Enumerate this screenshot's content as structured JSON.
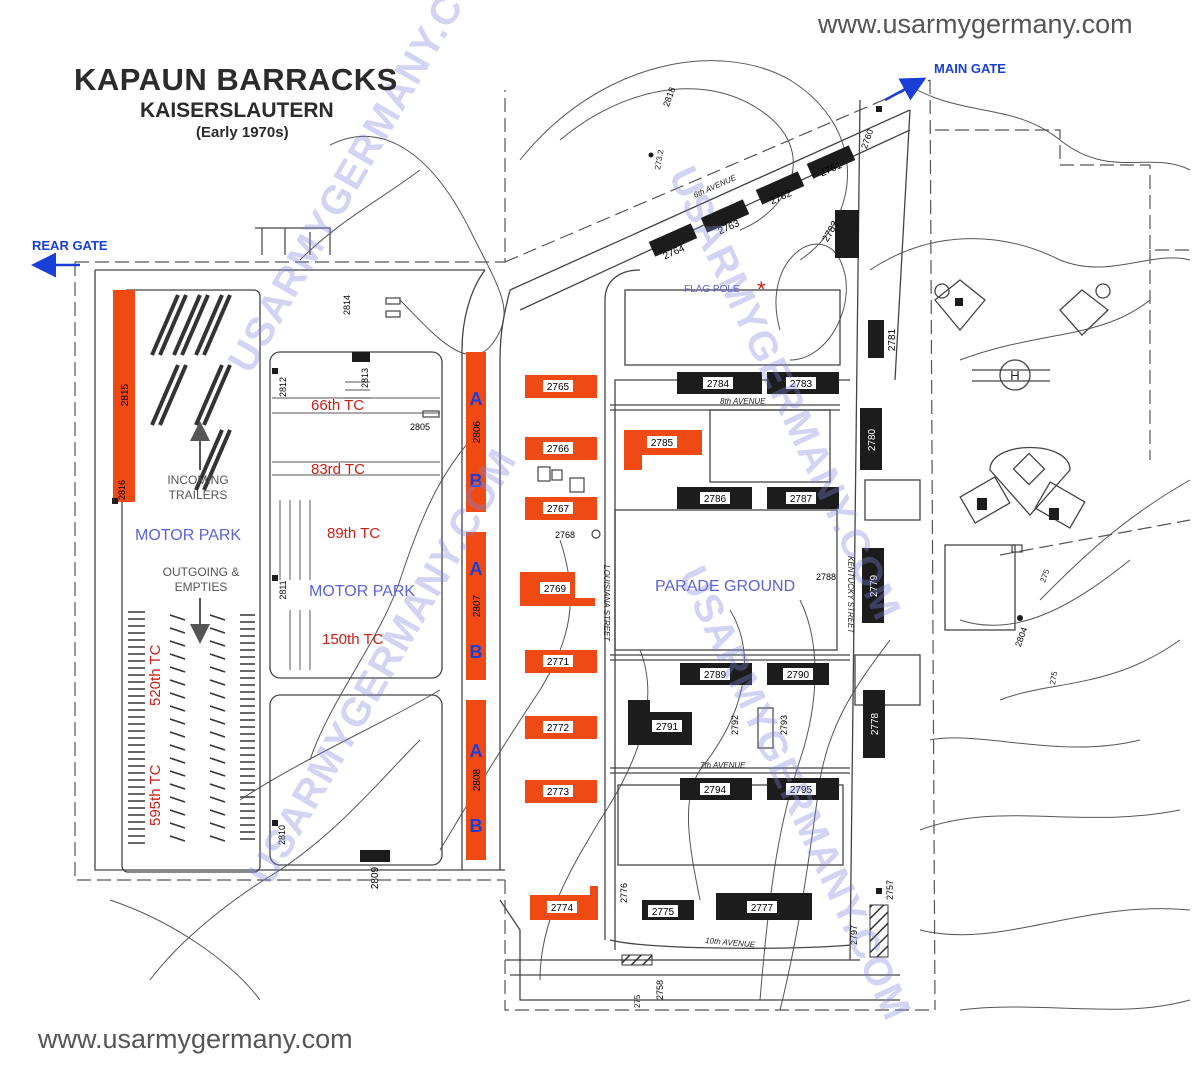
{
  "header": {
    "title": "KAPAUN BARRACKS",
    "subtitle": "KAISERSLAUTERN",
    "era": "(Early 1970s)"
  },
  "site_url": "www.usarmygermany.com",
  "watermark": "USARMYGERMANY.COM",
  "colors": {
    "orange_building": "#f04a14",
    "black_building": "#1c1c1c",
    "blue_label": "#5b63d8",
    "red_label": "#cc1e14",
    "gate_blue": "#1a3fd6",
    "line": "#4a4a4a"
  },
  "gates": {
    "main": "MAIN GATE",
    "rear": "REAR GATE"
  },
  "labels": {
    "motor_park_left": "MOTOR PARK",
    "motor_park_center": "MOTOR PARK",
    "parade_ground": "PARADE GROUND",
    "incoming_1": "INCOMING",
    "incoming_2": "TRAILERS",
    "outgoing_1": "OUTGOING &",
    "outgoing_2": "EMPTIES",
    "flag_pole": "FLAG POLE",
    "flag_star": "*",
    "helipad": "H",
    "units": {
      "tc66": "66th TC",
      "tc83": "83rd TC",
      "tc89": "89th TC",
      "tc150": "150th TC",
      "tc520": "520th TC",
      "tc595": "595th TC"
    },
    "sections": [
      "A",
      "B",
      "A",
      "B",
      "A",
      "B"
    ],
    "streets": {
      "sixth": "6th AVENUE",
      "eighth": "8th AVENUE",
      "seventh": "7th AVENUE",
      "tenth": "10th AVENUE",
      "louisiana": "LOUISIANA STREET",
      "kentucky": "KENTUCKY STREET"
    },
    "elevations": [
      "273.2",
      "275",
      "275",
      "275"
    ]
  },
  "buildings": {
    "orange": [
      "2815",
      "2806",
      "2807",
      "2808",
      "2765",
      "2766",
      "2767",
      "2769",
      "2771",
      "2772",
      "2773",
      "2774",
      "2785"
    ],
    "black": [
      "2764",
      "2763",
      "2762",
      "2761",
      "2782",
      "2784",
      "2783",
      "2781",
      "2780",
      "2786",
      "2787",
      "2779",
      "2789",
      "2790",
      "2791",
      "2778",
      "2794",
      "2795",
      "2775",
      "2777",
      "2809"
    ],
    "small": [
      "2818",
      "2760",
      "2814",
      "2812",
      "2813",
      "2805",
      "2816",
      "2811",
      "2810",
      "2768",
      "2788",
      "2792",
      "2793",
      "2804",
      "2776",
      "2797",
      "2757",
      "2758"
    ]
  }
}
